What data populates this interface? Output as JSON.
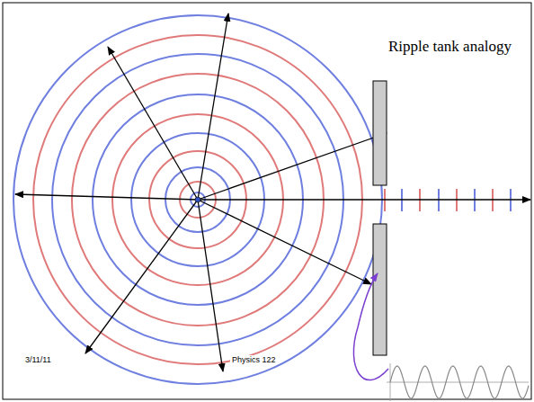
{
  "diagram": {
    "title": "Ripple tank analogy",
    "labels": [
      "3/11/11",
      "Physics 122"
    ]
  }
}
